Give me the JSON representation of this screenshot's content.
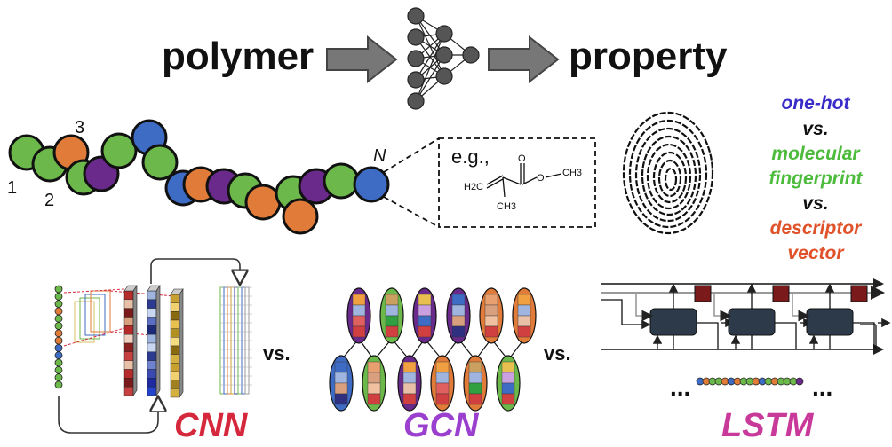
{
  "header": {
    "input_label": "polymer",
    "output_label": "property"
  },
  "chain": {
    "index_labels": [
      "1",
      "2",
      "3"
    ],
    "end_label": "N",
    "colors": {
      "green": "#6cb84a",
      "orange": "#e07b39",
      "purple": "#6a2a8c",
      "blue": "#3e6bc4"
    }
  },
  "monomer_example": {
    "prefix": "e.g.,",
    "atoms": [
      "H2C",
      "O",
      "O",
      "CH3",
      "CH3"
    ]
  },
  "representations": [
    {
      "text": "one-hot",
      "color": "#3a2cc8"
    },
    {
      "text": "vs.",
      "color": "#111111"
    },
    {
      "text": "molecular",
      "color": "#4dbb3c"
    },
    {
      "text": "fingerprint",
      "color": "#4dbb3c"
    },
    {
      "text": "vs.",
      "color": "#111111"
    },
    {
      "text": "descriptor",
      "color": "#e0522a"
    },
    {
      "text": "vector",
      "color": "#e0522a"
    }
  ],
  "models": [
    {
      "name": "CNN",
      "color": "#d6283c"
    },
    {
      "name": "GCN",
      "color": "#9b3fcf"
    },
    {
      "name": "LSTM",
      "color": "#c8399a"
    }
  ],
  "separators": [
    "vs.",
    "vs."
  ],
  "lstm_ellipsis": [
    "...",
    "..."
  ],
  "icons": [
    "neural-network-icon",
    "fingerprint-icon",
    "arrow-right-icon"
  ]
}
